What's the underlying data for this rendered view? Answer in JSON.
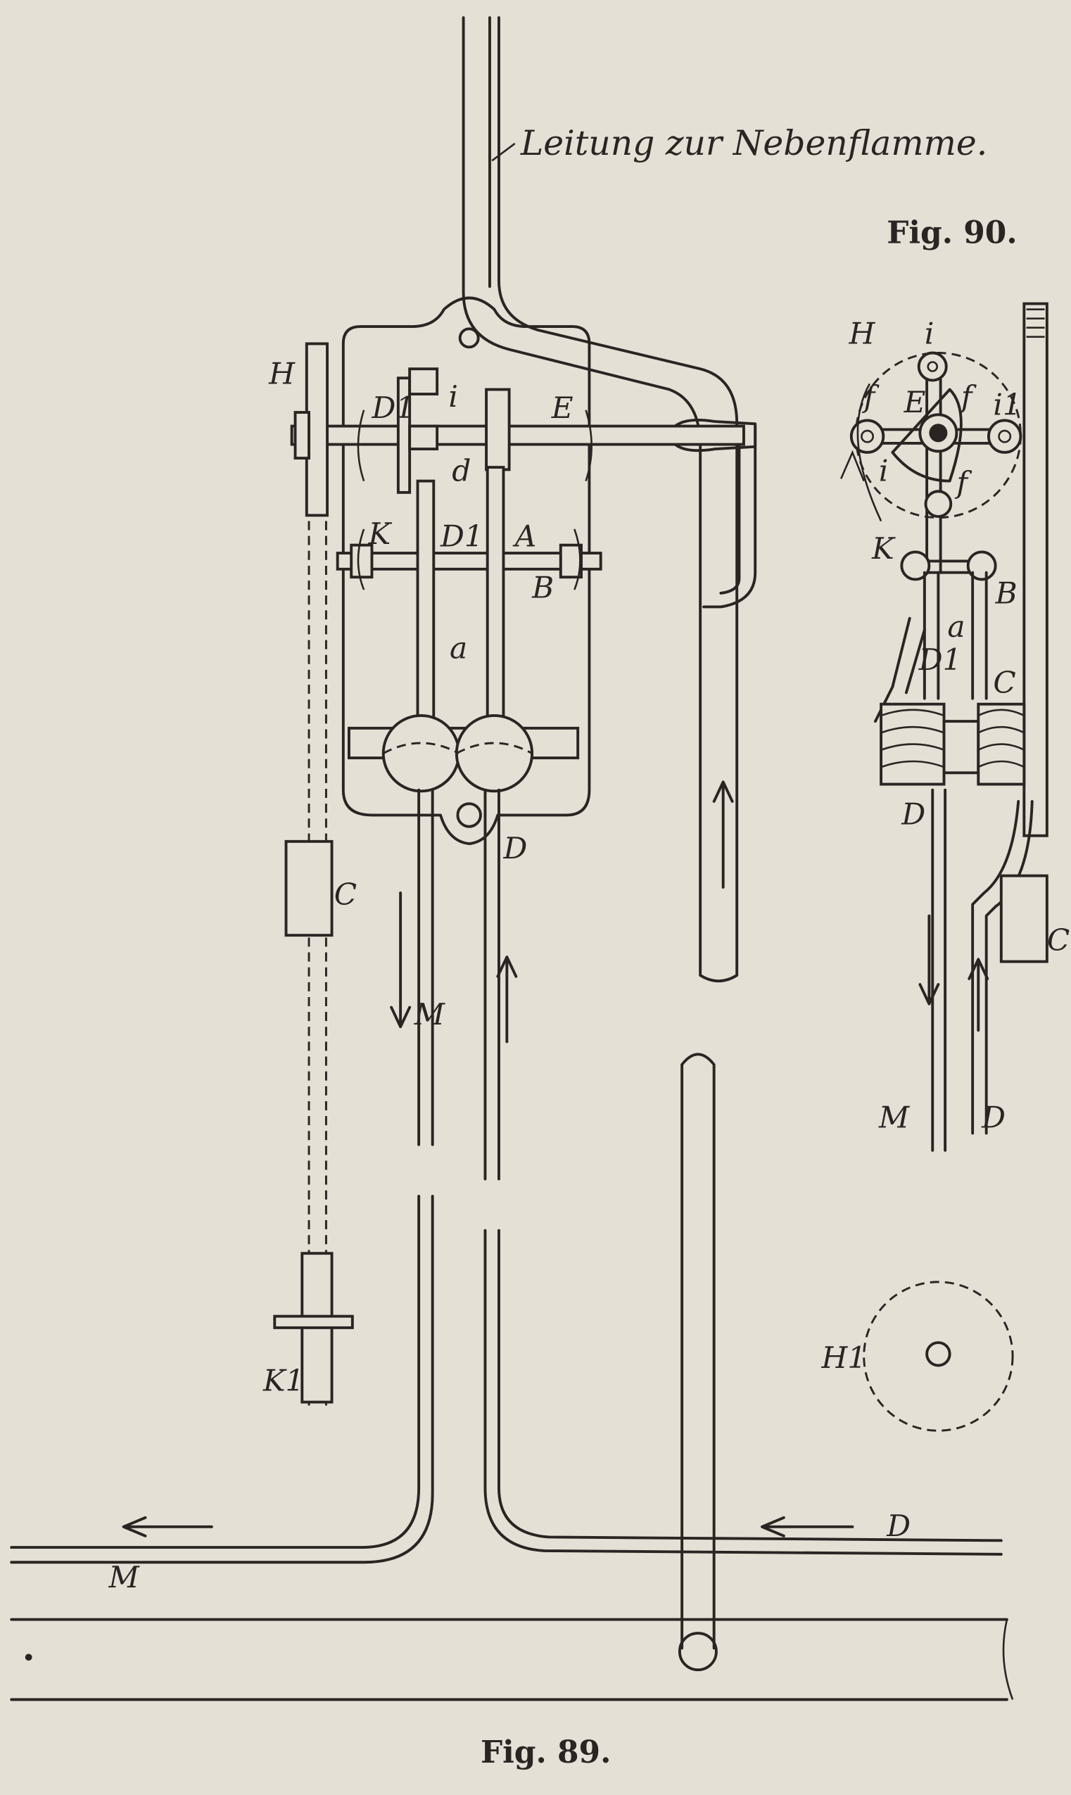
{
  "annotation": "Leitung zur Nebenflamme.",
  "captions": {
    "fig90": "Fig. 90.",
    "fig89": "Fig. 89."
  },
  "fig89_labels": {
    "wheel": "H",
    "d1_top": "D1",
    "i": "i",
    "e": "E",
    "d_small": "d",
    "k": "K",
    "d1_mid": "D1",
    "a_upper": "A",
    "b": "B",
    "a_rod": "a",
    "c": "C",
    "d_tube": "D",
    "m_tube": "M",
    "k1": "K1",
    "m_bottom": "M",
    "d_bottom": "D"
  },
  "fig90_labels": {
    "h": "H",
    "i": "i",
    "e": "E",
    "f1": "f",
    "f2": "f",
    "i1": "i1",
    "i2": "i",
    "f3": "f",
    "k": "K",
    "b": "B",
    "a": "a",
    "d1": "D1",
    "c_upper": "C",
    "d2": "D",
    "c_lower": "C",
    "m": "M",
    "d": "D",
    "h1": "H1"
  }
}
